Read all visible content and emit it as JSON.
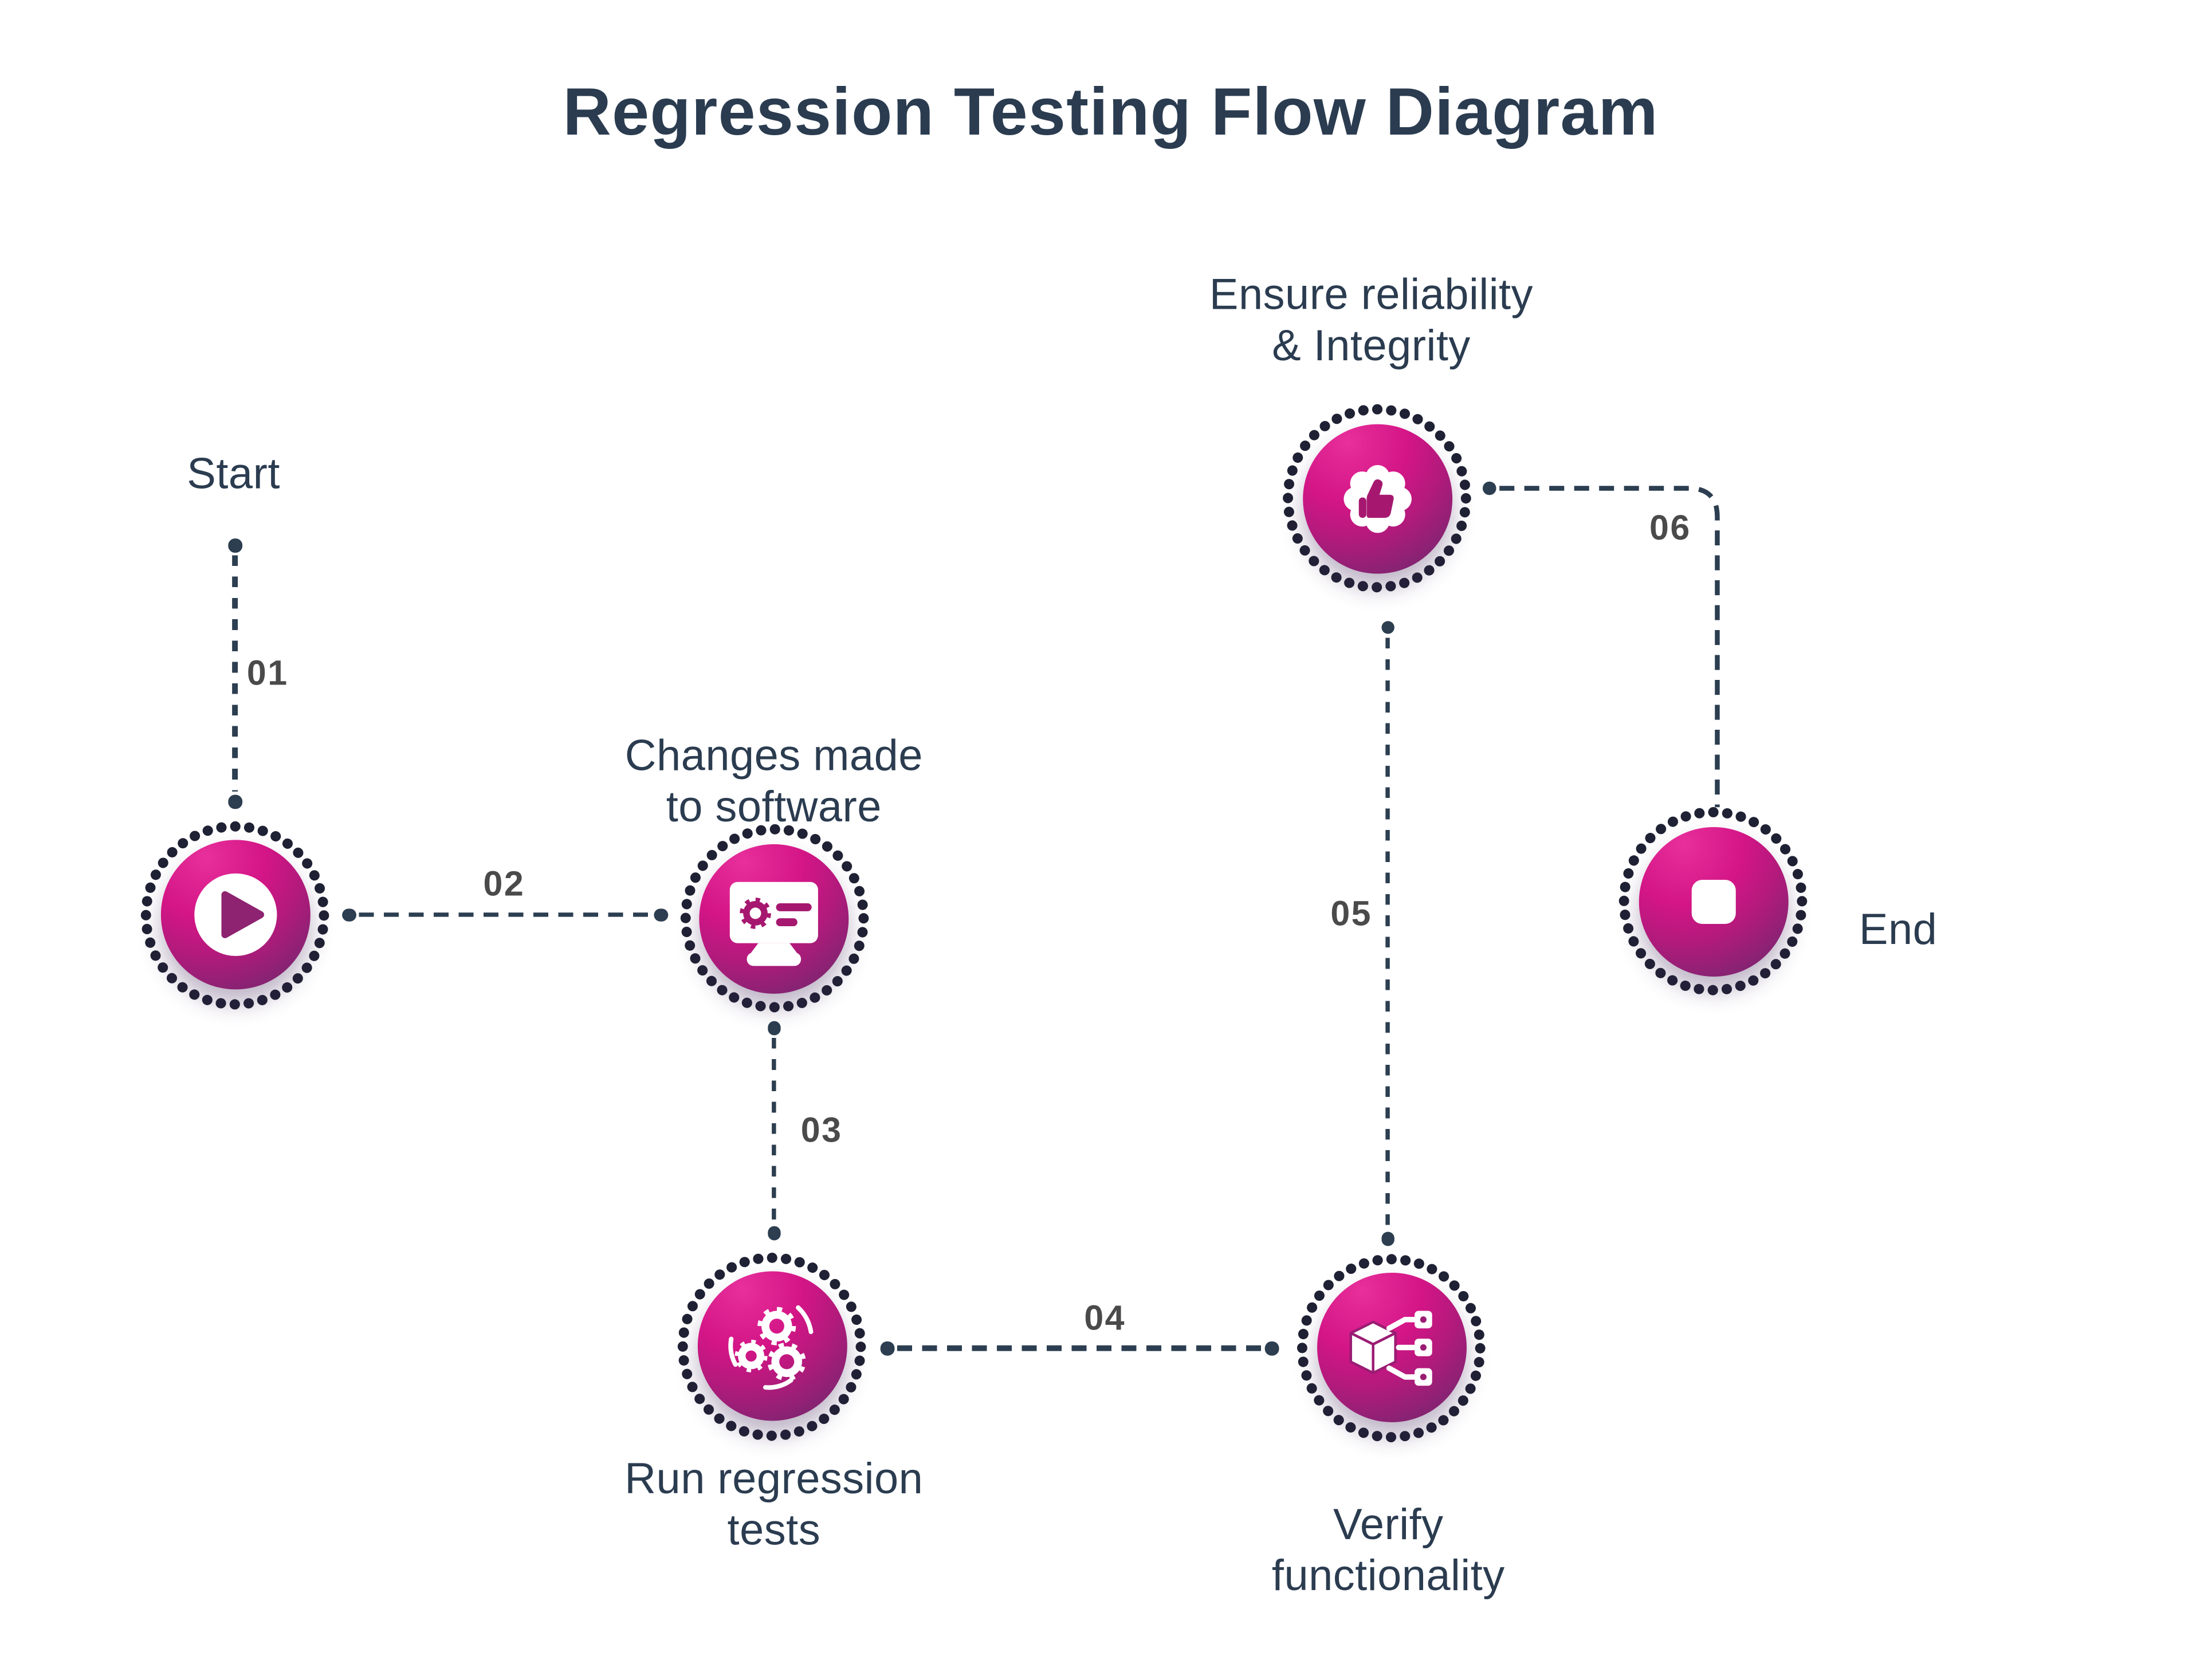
{
  "title": "Regression Testing Flow Diagram",
  "nodes": [
    {
      "label": "Start",
      "icon": "play-icon"
    },
    {
      "label": "Changes made\nto software",
      "icon": "monitor-gear-icon"
    },
    {
      "label": "Run regression\ntests",
      "icon": "gears-icon"
    },
    {
      "label": "Verify\nfunctionality",
      "icon": "cube-connections-icon"
    },
    {
      "label": "Ensure reliability\n& Integrity",
      "icon": "thumbs-up-badge-icon"
    },
    {
      "label": "End",
      "icon": "stop-icon"
    }
  ],
  "connectors": [
    {
      "number": "01"
    },
    {
      "number": "02"
    },
    {
      "number": "03"
    },
    {
      "number": "04"
    },
    {
      "number": "05"
    },
    {
      "number": "06"
    }
  ],
  "colors": {
    "title_text": "#2B3C50",
    "label_text": "#2B3C50",
    "step_number_text": "#4A4A4A",
    "connector": "#2C3E50",
    "ring_dots": "#1F2134",
    "node_gradient_top": "#E02191",
    "node_gradient_bottom": "#413463",
    "icon_glyph_on_white": "#A6186F"
  }
}
